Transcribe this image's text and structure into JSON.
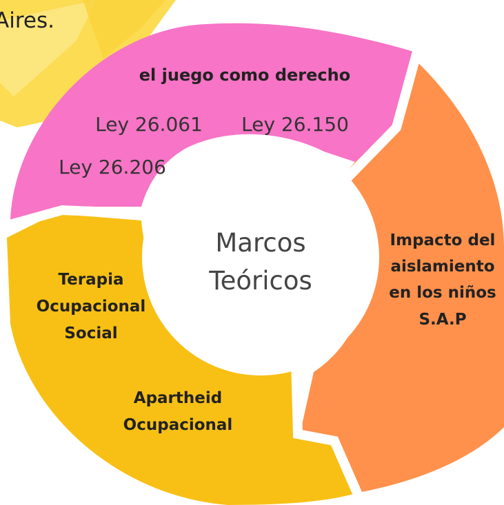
{
  "top_text": "Aires.",
  "center": {
    "line1": "Marcos",
    "line2": "Teóricos"
  },
  "segments": {
    "pink": {
      "title": "el juego como derecho",
      "laws": [
        "Ley 26.061",
        "Ley 26.150",
        "Ley 26.206"
      ]
    },
    "orange": {
      "lines": [
        "Impacto del",
        "aislamiento",
        "en los niños",
        "S.A.P"
      ]
    },
    "yellow_top": {
      "lines": [
        "Terapia",
        "Ocupacional",
        "Social"
      ]
    },
    "yellow_bottom": {
      "lines": [
        "Apartheid",
        "Ocupacional"
      ]
    }
  },
  "colors": {
    "pink": "#f774c6",
    "orange": "#ff914c",
    "yellow": "#f8c015",
    "brush": "#fbdc53",
    "center": "#ffffff",
    "text": "#222222"
  }
}
